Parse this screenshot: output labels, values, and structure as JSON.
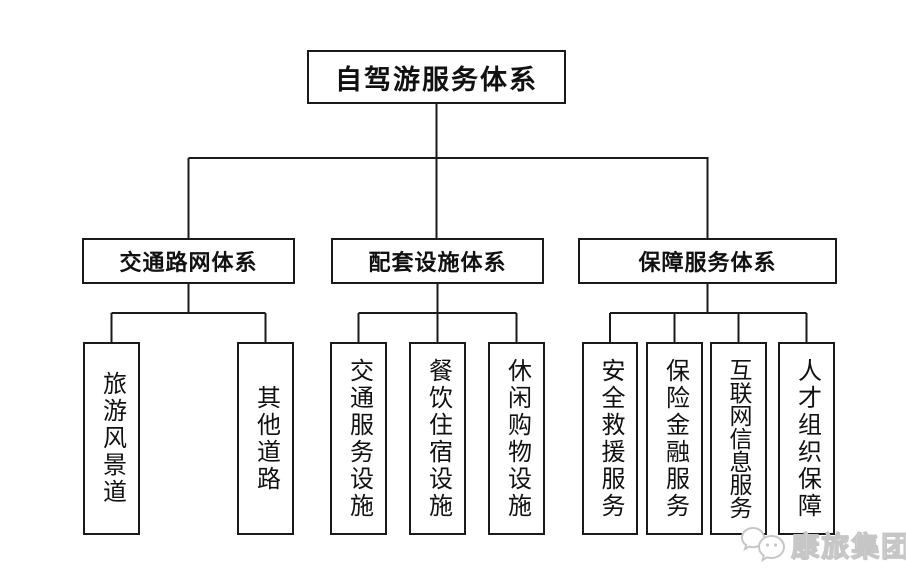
{
  "diagram": {
    "root": {
      "label": "自驾游服务体系"
    },
    "branches": [
      {
        "label": "交通路网体系",
        "children": [
          {
            "label": "旅游风景道"
          },
          {
            "label": "其他道路"
          }
        ]
      },
      {
        "label": "配套设施体系",
        "children": [
          {
            "label": "交通服务设施"
          },
          {
            "label": "餐饮住宿设施"
          },
          {
            "label": "休闲购物设施"
          }
        ]
      },
      {
        "label": "保障服务体系",
        "children": [
          {
            "label": "安全救援服务"
          },
          {
            "label": "保险金融服务"
          },
          {
            "label": "互联网信息服务"
          },
          {
            "label": "人才组织保障"
          }
        ]
      }
    ]
  },
  "watermark": {
    "label": "康旅集团",
    "logo_icon": "chat-bubbles-logo"
  },
  "colors": {
    "line": "#1a1a1a",
    "watermark": "#c6c6c6"
  }
}
